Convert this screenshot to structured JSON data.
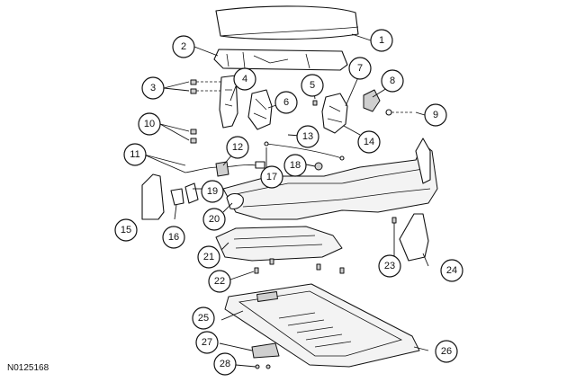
{
  "reference_code": "N0125168",
  "callouts": [
    "1",
    "2",
    "3",
    "4",
    "5",
    "6",
    "7",
    "8",
    "9",
    "10",
    "11",
    "12",
    "13",
    "14",
    "15",
    "16",
    "17",
    "18",
    "19",
    "20",
    "21",
    "22",
    "23",
    "24",
    "25",
    "26",
    "27",
    "28"
  ],
  "colors": {
    "ink": "#111111",
    "paper": "#ffffff",
    "shade": "#cfcfcf"
  }
}
